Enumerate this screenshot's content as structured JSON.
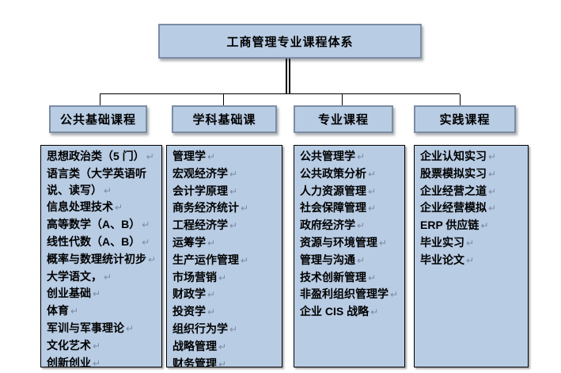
{
  "diagram": {
    "title": "工商管理专业课程体系",
    "return_mark": "↵",
    "colors": {
      "box_fill": "#b8cce4",
      "box_border": "#7b8da3",
      "detail_border": "#000000",
      "connector": "#000000",
      "return_mark": "#7a8ba1"
    },
    "categories": [
      {
        "label": "公共基础课程",
        "courses": [
          "思想政治类（5 门）",
          "语言类（大学英语听说、读写）",
          "信息处理技术",
          "高等数学（A、B）",
          "线性代数（A、B）",
          "概率与数理统计初步",
          "大学语文，",
          "创业基础",
          "体育",
          "军训与军事理论",
          "文化艺术",
          "创新创业"
        ]
      },
      {
        "label": "学科基础课",
        "courses": [
          "管理学",
          "宏观经济学",
          "会计学原理",
          "商务经济统计",
          "工程经济学",
          "运筹学",
          "生产运作管理",
          "市场营销",
          "财政学",
          "投资学",
          "组织行为学",
          "战略管理",
          "财务管理"
        ]
      },
      {
        "label": "专业课程",
        "courses": [
          "公共管理学",
          "公共政策分析",
          "人力资源管理",
          "社会保障管理",
          "政府经济学",
          "资源与环境管理",
          "管理与沟通",
          "技术创新管理",
          "非盈利组织管理学",
          "企业 CIS 战略"
        ]
      },
      {
        "label": "实践课程",
        "courses": [
          "企业认知实习",
          "股票模拟实习",
          "企业经营之道",
          "企业经营模拟",
          "ERP 供应链",
          "毕业实习",
          "毕业论文"
        ]
      }
    ]
  }
}
